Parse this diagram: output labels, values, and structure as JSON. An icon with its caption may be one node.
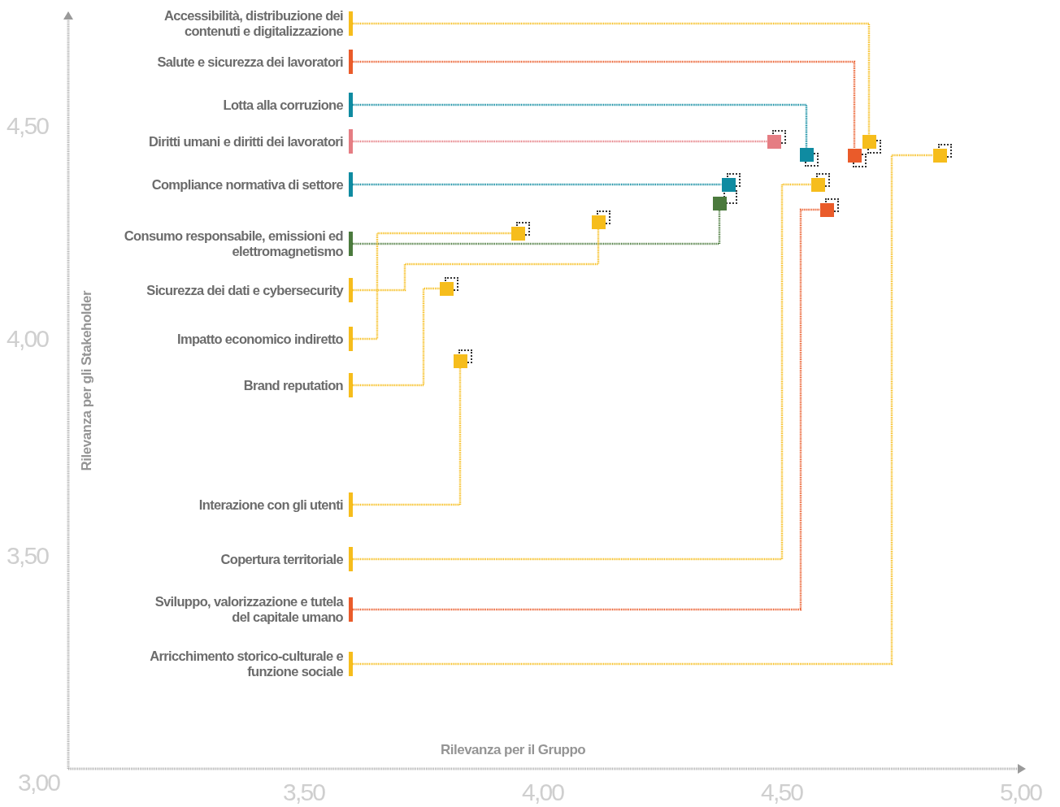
{
  "diagram": {
    "nodes": [
      {
        "text": [
          "Accessibilità, distribuzione dei contenuti e digitalizzazione"
        ]
      },
      {
        "text": [
          "Salute e sicurezza dei lavoratori"
        ]
      },
      {
        "text": [
          "Lotta alla corruzione"
        ]
      },
      {
        "text": [
          "Diritti umani e diritti dei lavoratori"
        ]
      },
      {
        "text": [
          "Compliance normativa di settore"
        ]
      },
      {
        "text": [
          "Consumo responsabile, emissioni ed elettromagnetismo"
        ]
      },
      {
        "text": [
          "Sicurezza dei dati e cybersecurity"
        ]
      },
      {
        "text": [
          "Impatto economico indiretto"
        ]
      },
      {
        "text": [
          "Brand reputation"
        ]
      },
      {
        "text": [
          "Interazione con gli utenti"
        ]
      },
      {
        "text": [
          "Copertura territoriale"
        ]
      },
      {
        "text": [
          "Sviluppo, valorizzazione e tutela del capitale umano"
        ]
      },
      {
        "text": [
          "Arricchimento storico-culturale e funzione sociale"
        ]
      },
      {
        "text": [],
        "shape": "box"
      },
      {
        "text": [],
        "shape": "box"
      },
      {
        "text": [],
        "shape": "box"
      },
      {
        "text": [],
        "shape": "box"
      },
      {
        "text": [],
        "shape": "box"
      },
      {
        "text": [],
        "shape": "box"
      },
      {
        "text": [],
        "shape": "box"
      },
      {
        "text": [],
        "shape": "box"
      },
      {
        "text": [],
        "shape": "box"
      },
      {
        "text": [],
        "shape": "box"
      },
      {
        "text": [],
        "shape": "box"
      },
      {
        "text": [],
        "shape": "box"
      },
      {
        "text": [],
        "shape": "box"
      }
    ],
    "edges": [
      {
        "from": 0,
        "to": 13,
        "arrow": "none"
      },
      {
        "from": 1,
        "to": 14,
        "arrow": "none",
        "color": "#ea5b2a"
      },
      {
        "from": 2,
        "to": 15,
        "arrow": "none",
        "color": "#0f8ba1"
      },
      {
        "from": 3,
        "to": 16,
        "arrow": "none",
        "color": "#e57d83"
      },
      {
        "from": 4,
        "to": 17,
        "arrow": "none",
        "color": "#0f8ba1"
      },
      {
        "from": 5,
        "to": 18,
        "arrow": "none",
        "color": "#4b7a3d"
      },
      {
        "from": 6,
        "to": 19,
        "arrow": "none"
      },
      {
        "from": 7,
        "to": 20,
        "arrow": "none"
      },
      {
        "from": 8,
        "to": 21,
        "arrow": "none"
      },
      {
        "from": 9,
        "to": 22,
        "arrow": "none"
      },
      {
        "from": 10,
        "to": 23,
        "arrow": "none"
      },
      {
        "from": 11,
        "to": 24,
        "arrow": "none",
        "color": "#ea5b2a"
      },
      {
        "from": 12,
        "to": 25,
        "arrow": "none"
      }
    ],
    "labels": [
      "4,50",
      "4,00",
      "Rilevanza per gli Stakeholder",
      "3,50",
      "Rilevanza per il Gruppo",
      "3,00",
      "3,50",
      "4,00",
      "4,50",
      "5,00"
    ]
  }
}
